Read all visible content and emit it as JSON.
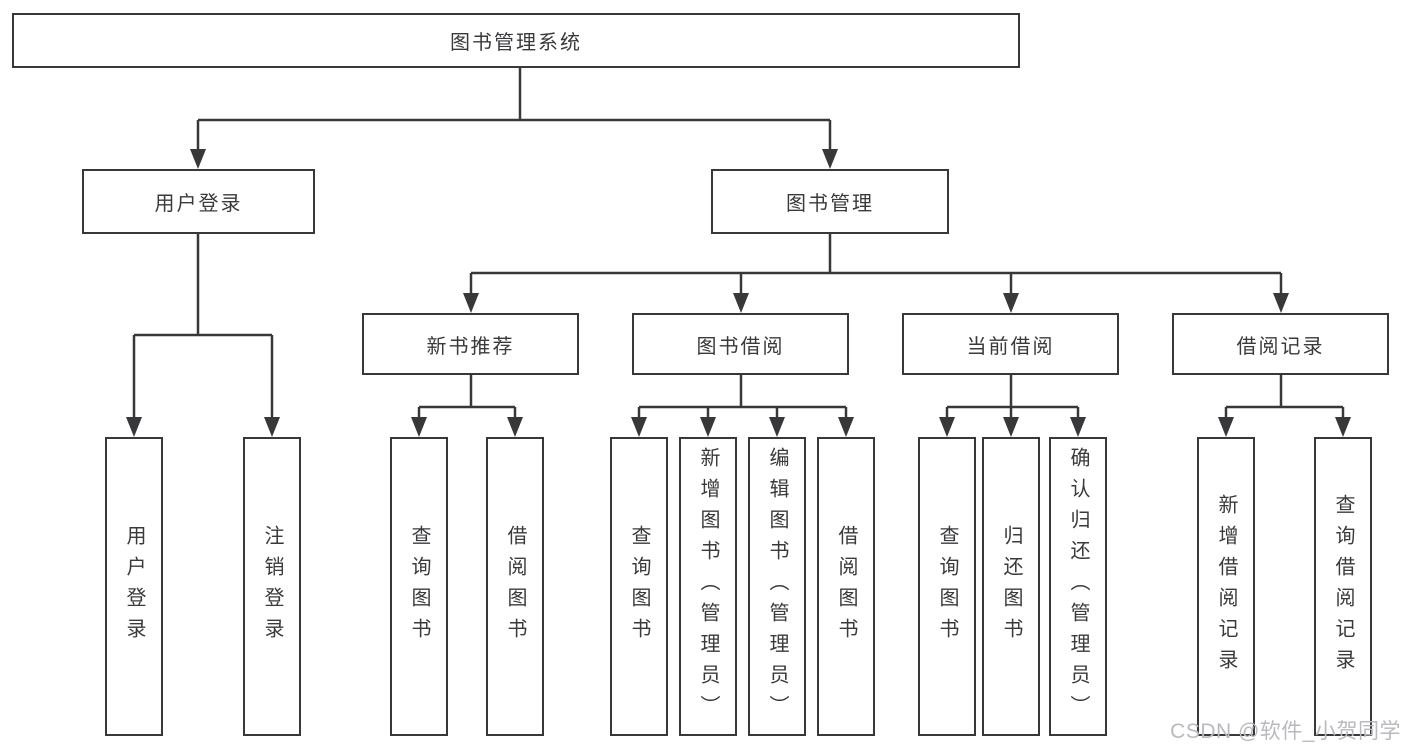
{
  "diagram": {
    "title": "图书管理系统",
    "root": {
      "label": "图书管理系统"
    },
    "level2": [
      {
        "label": "用户登录"
      },
      {
        "label": "图书管理"
      }
    ],
    "level3": [
      {
        "label": "新书推荐",
        "parent": "图书管理"
      },
      {
        "label": "图书借阅",
        "parent": "图书管理"
      },
      {
        "label": "当前借阅",
        "parent": "图书管理"
      },
      {
        "label": "借阅记录",
        "parent": "图书管理"
      }
    ],
    "leaves": [
      {
        "label": "用户登录",
        "parent": "用户登录"
      },
      {
        "label": "注销登录",
        "parent": "用户登录"
      },
      {
        "label": "查询图书",
        "parent": "新书推荐"
      },
      {
        "label": "借阅图书",
        "parent": "新书推荐"
      },
      {
        "label": "查询图书",
        "parent": "图书借阅"
      },
      {
        "label": "新增图书（管理员）",
        "parent": "图书借阅"
      },
      {
        "label": "编辑图书（管理员）",
        "parent": "图书借阅"
      },
      {
        "label": "借阅图书",
        "parent": "图书借阅"
      },
      {
        "label": "查询图书",
        "parent": "当前借阅"
      },
      {
        "label": "归还图书",
        "parent": "当前借阅"
      },
      {
        "label": "确认归还（管理员）",
        "parent": "当前借阅"
      },
      {
        "label": "新增借阅记录",
        "parent": "借阅记录"
      },
      {
        "label": "查询借阅记录",
        "parent": "借阅记录"
      }
    ],
    "colors": {
      "line": "#38383a",
      "border": "#38383a",
      "fill": "#ffffff",
      "text": "#3a3a3c",
      "watermark": "#b9b9be"
    }
  },
  "watermark": {
    "text": "CSDN @软件_小贺同学"
  }
}
